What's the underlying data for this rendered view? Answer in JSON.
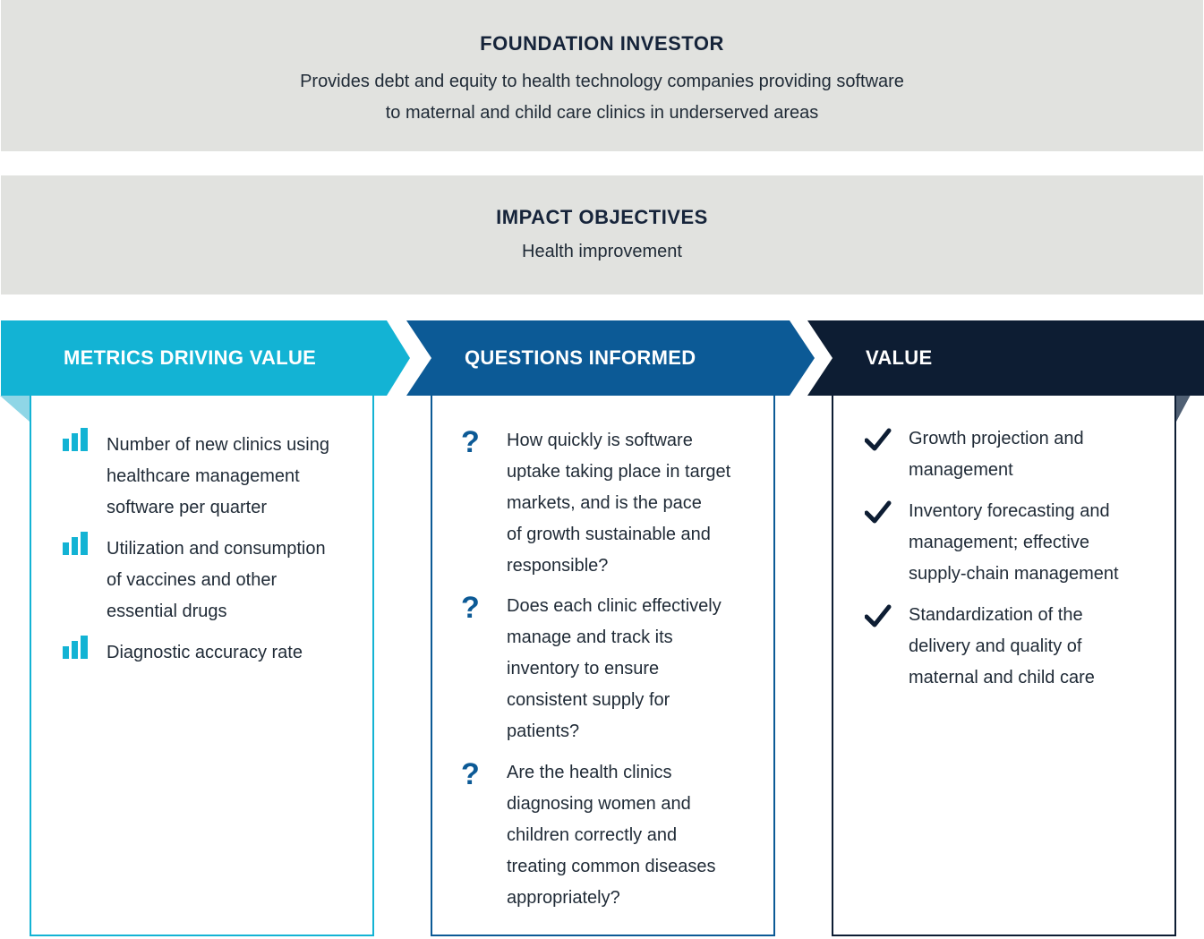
{
  "foundation": {
    "title": "FOUNDATION INVESTOR",
    "line1": "Provides debt and equity to health technology companies providing software",
    "line2": "to maternal and child care clinics in underserved areas"
  },
  "impact": {
    "title": "IMPACT OBJECTIVES",
    "text": "Health improvement"
  },
  "columns": {
    "metrics": {
      "header": "METRICS DRIVING VALUE",
      "color": "#13b3d4",
      "icon": "bar-chart-icon",
      "items": [
        {
          "lines": [
            "Number of new clinics using",
            "healthcare management",
            "software per quarter"
          ]
        },
        {
          "lines": [
            "Utilization and consumption",
            "of vaccines and other",
            "essential drugs"
          ]
        },
        {
          "lines": [
            "Diagnostic accuracy rate"
          ]
        }
      ]
    },
    "questions": {
      "header": "QUESTIONS INFORMED",
      "color": "#0c5a96",
      "icon": "question-mark-icon",
      "icon_glyph": "?",
      "items": [
        {
          "lines": [
            "How quickly is software",
            "uptake taking place in target",
            "markets, and is the pace",
            "of growth sustainable and",
            "responsible?"
          ]
        },
        {
          "lines": [
            "Does each clinic effectively",
            "manage and track its",
            "inventory to ensure",
            "consistent supply for",
            "patients?"
          ]
        },
        {
          "lines": [
            "Are the health clinics",
            "diagnosing women and",
            "children correctly and",
            "treating common diseases",
            "appropriately?"
          ]
        }
      ]
    },
    "value": {
      "header": "VALUE",
      "color": "#0d1d33",
      "icon": "checkmark-icon",
      "items": [
        {
          "lines": [
            "Growth projection and",
            "management"
          ]
        },
        {
          "lines": [
            "Inventory forecasting and",
            "management; effective",
            "supply-chain management"
          ]
        },
        {
          "lines": [
            "Standardization of the",
            "delivery and quality of",
            "maternal and child care"
          ]
        }
      ]
    }
  }
}
